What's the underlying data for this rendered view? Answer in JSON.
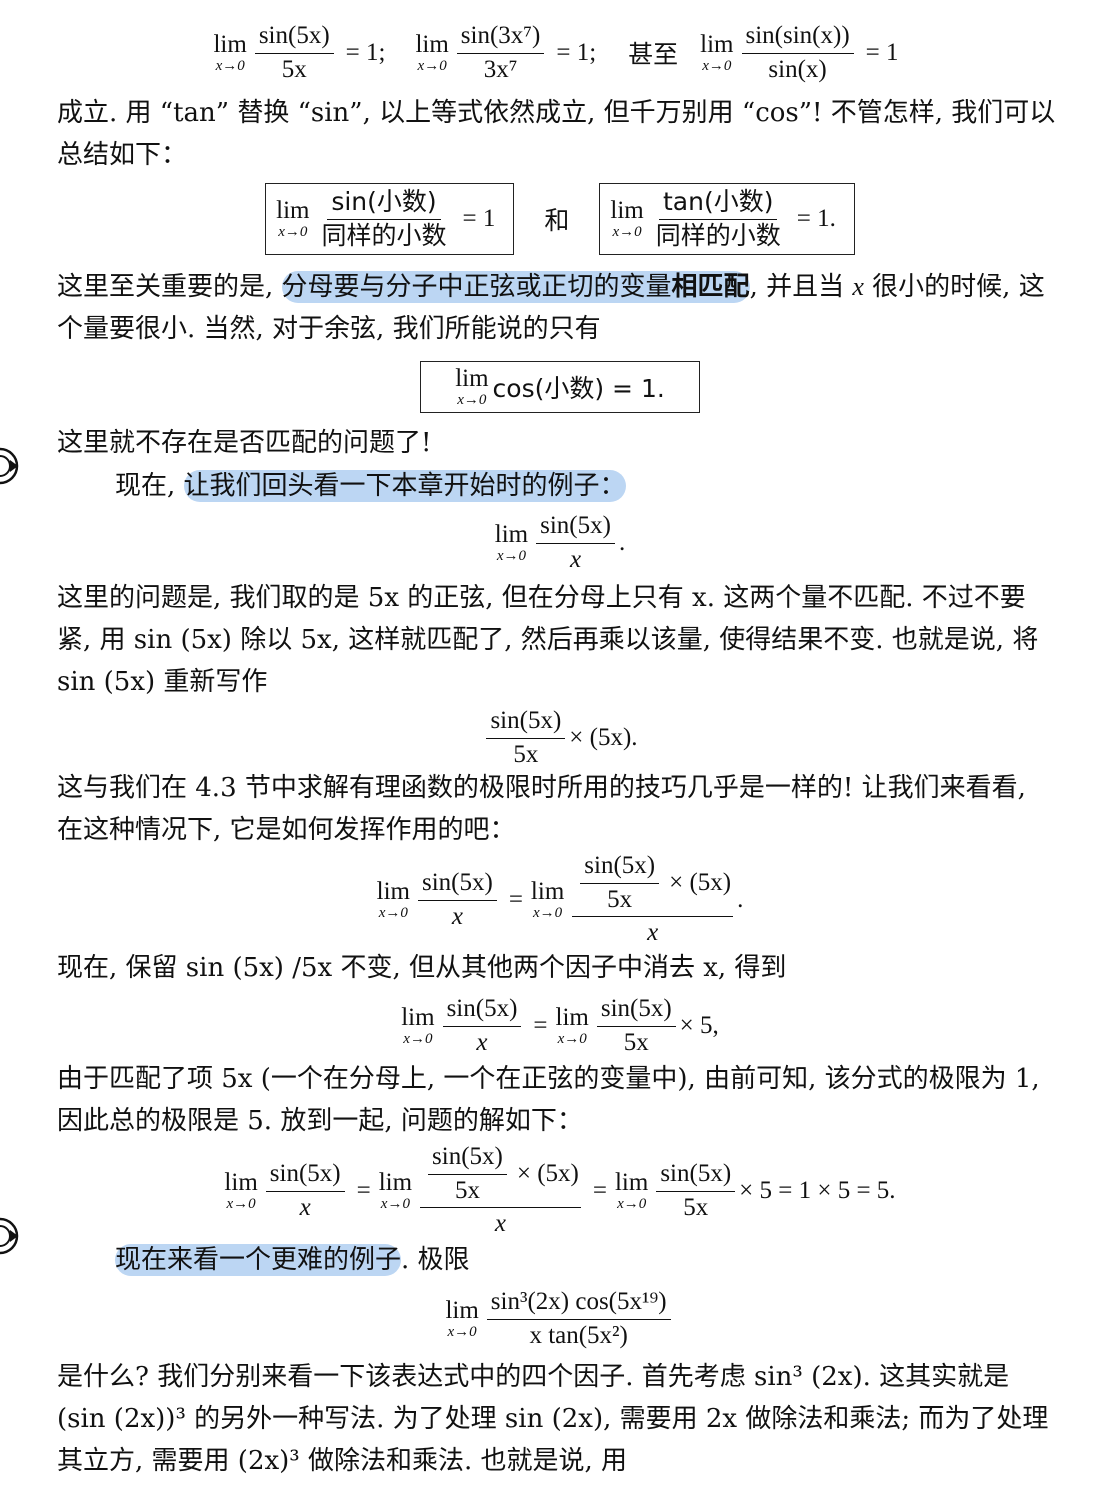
{
  "eq_top": {
    "lim": "lim",
    "sub": "x→0",
    "f1_num": "sin(5x)",
    "f1_den": "5x",
    "eq1": "= 1;",
    "f2_num": "sin(3x⁷)",
    "f2_den": "3x⁷",
    "eq2": "= 1;",
    "even": "甚至",
    "f3_num": "sin(sin(x))",
    "f3_den": "sin(x)",
    "eq3": "= 1"
  },
  "p1": "成立. 用 “tan” 替换 “sin”, 以上等式依然成立, 但千万别用 “cos”! 不管怎样, 我们可以总结如下：",
  "boxes": {
    "lim": "lim",
    "sub": "x→0",
    "b1_num": "sin(小数)",
    "b1_den": "同样的小数",
    "b1_eq": "= 1",
    "and": "和",
    "b2_num": "tan(小数)",
    "b2_den": "同样的小数",
    "b2_eq": "= 1."
  },
  "p2": {
    "a": "这里至关重要的是, ",
    "hl": "分母要与分子中正弦或正切的变量",
    "hlb": "相匹配",
    "b": ", 并且当 ",
    "x": "x",
    "c": " 很小的时候, 这个量要很小. 当然, 对于余弦, 我们所能说的只有"
  },
  "cosbox": {
    "lim": "lim",
    "sub": "x→0",
    "expr": "cos(小数) = 1."
  },
  "p3": "这里就不存在是否匹配的问题了!",
  "p4": {
    "a": "现在, ",
    "hl": "让我们回头看一下本章开始时的例子："
  },
  "eq_ex": {
    "lim": "lim",
    "sub": "x→0",
    "num": "sin(5x)",
    "den": "x",
    "end": "."
  },
  "p5": "这里的问题是, 我们取的是 5x 的正弦, 但在分母上只有 x. 这两个量不匹配. 不过不要紧, 用 sin (5x) 除以 5x, 这样就匹配了, 然后再乘以该量, 使得结果不变. 也就是说, 将 sin (5x) 重新写作",
  "eq_rw": {
    "num": "sin(5x)",
    "den": "5x",
    "rest": "× (5x)."
  },
  "p6": "这与我们在 4.3 节中求解有理函数的极限时所用的技巧几乎是一样的! 让我们来看看, 在这种情况下, 它是如何发挥作用的吧：",
  "eq_big1": {
    "lim": "lim",
    "sub": "x→0",
    "l_num": "sin(5x)",
    "l_den": "x",
    "eq": "=",
    "in_num": "sin(5x)",
    "in_den": "5x",
    "times": "× (5x)",
    "den": "x",
    "end": "."
  },
  "p7": "现在, 保留 sin (5x) /5x 不变, 但从其他两个因子中消去 x, 得到",
  "eq_2": {
    "lim": "lim",
    "sub": "x→0",
    "l_num": "sin(5x)",
    "l_den": "x",
    "eq": "=",
    "r_num": "sin(5x)",
    "r_den": "5x",
    "end": "× 5,"
  },
  "p8": "由于匹配了项 5x (一个在分母上, 一个在正弦的变量中), 由前可知, 该分式的极限为 1, 因此总的极限是 5. 放到一起, 问题的解如下：",
  "eq_final": {
    "lim": "lim",
    "sub": "x→0",
    "l_num": "sin(5x)",
    "l_den": "x",
    "eq": "=",
    "in_num": "sin(5x)",
    "in_den": "5x",
    "times": "× (5x)",
    "den": "x",
    "eq2": "=",
    "r_num": "sin(5x)",
    "r_den": "5x",
    "end": "× 5 = 1 × 5 = 5."
  },
  "p9": {
    "hl": "现在来看一个更难的例子",
    "rest": ". 极限"
  },
  "eq_hard": {
    "lim": "lim",
    "sub": "x→0",
    "num": "sin³(2x) cos(5x¹⁹)",
    "den": "x tan(5x²)"
  },
  "p10": "是什么? 我们分别来看一下该表达式中的四个因子. 首先考虑 sin³ (2x). 这其实就是 (sin (2x))³ 的另外一种写法. 为了处理 sin (2x), 需要用 2x 做除法和乘法; 而为了处理其立方, 需要用 (2x)³ 做除法和乘法. 也就是说, 用",
  "colors": {
    "highlight": "#bcd6f3",
    "text": "#111111",
    "marker": "#111111"
  },
  "icons": [
    "bookmark-marker-icon",
    "bookmark-marker-icon"
  ]
}
